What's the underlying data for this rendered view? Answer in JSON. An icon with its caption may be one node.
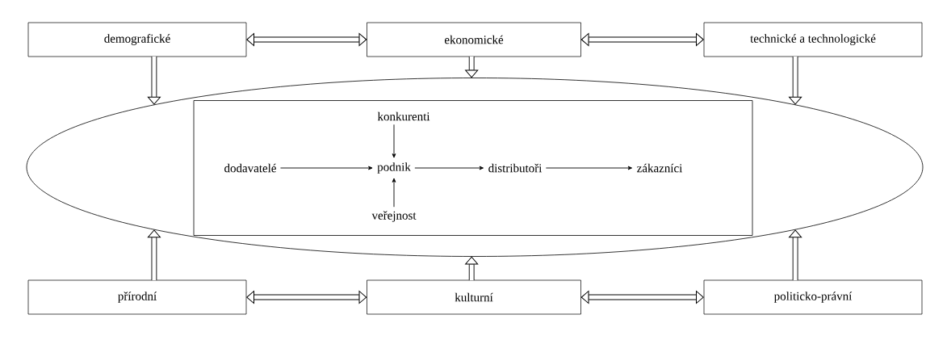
{
  "diagram": {
    "nodes": [
      {
        "text": [
          "demografické"
        ]
      },
      {
        "text": [
          "ekonomické"
        ]
      },
      {
        "text": [
          "technické a technologické"
        ]
      },
      {
        "text": [],
        "shape": "ellipse"
      },
      {
        "text": [],
        "shape": "box",
        "in": 3
      },
      {
        "text": [
          "konkurenti"
        ],
        "in": 4
      },
      {
        "text": [
          "dodavatelé"
        ],
        "in": 4
      },
      {
        "text": [
          "podnik"
        ],
        "in": 4
      },
      {
        "text": [
          "distributoři"
        ],
        "in": 4
      },
      {
        "text": [
          "zákazníci"
        ],
        "in": 4
      },
      {
        "text": [
          "veřejnost"
        ],
        "in": 4
      },
      {
        "text": [
          "přírodní"
        ]
      },
      {
        "text": [
          "kulturní"
        ]
      },
      {
        "text": [
          "politicko-právní"
        ]
      }
    ],
    "edges": [
      {
        "from": 0,
        "to": 1,
        "arrow": "both"
      },
      {
        "from": 1,
        "to": 2,
        "arrow": "both"
      },
      {
        "from": 0,
        "to": 3,
        "arrow": "to"
      },
      {
        "from": 1,
        "to": 3,
        "arrow": "to"
      },
      {
        "from": 2,
        "to": 3,
        "arrow": "to"
      },
      {
        "from": 5,
        "to": 7,
        "arrow": "to"
      },
      {
        "from": 6,
        "to": 7,
        "arrow": "to"
      },
      {
        "from": 7,
        "to": 8,
        "arrow": "to"
      },
      {
        "from": 8,
        "to": 9,
        "arrow": "to"
      },
      {
        "from": 10,
        "to": 7,
        "arrow": "to"
      },
      {
        "from": 11,
        "to": 3,
        "arrow": "to"
      },
      {
        "from": 12,
        "to": 3,
        "arrow": "to"
      },
      {
        "from": 13,
        "to": 3,
        "arrow": "to"
      },
      {
        "from": 11,
        "to": 12,
        "arrow": "both"
      },
      {
        "from": 12,
        "to": 13,
        "arrow": "both"
      }
    ]
  }
}
